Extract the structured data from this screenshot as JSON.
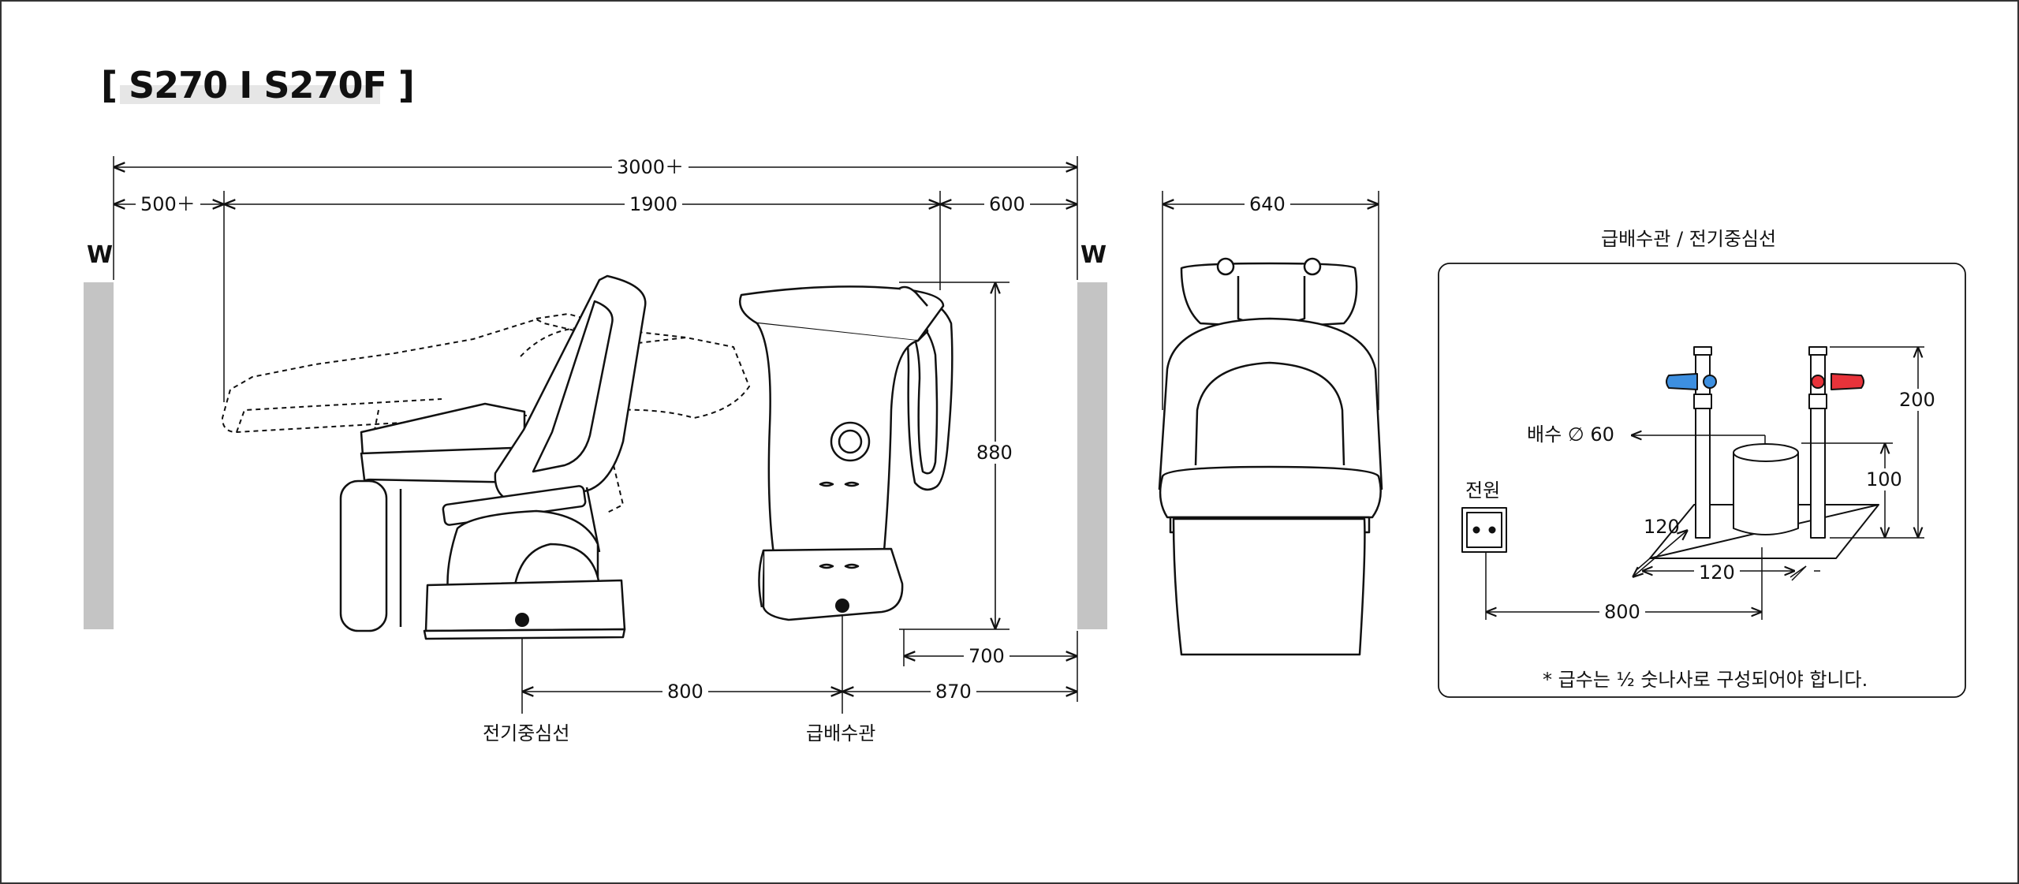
{
  "title": "[ S270 I S270F ]",
  "wall_label": "W",
  "dims": {
    "total_length": "3000＋",
    "rear_clearance": "500＋",
    "chair_length": "1900",
    "front_clearance": "600",
    "width": "640",
    "height": "880",
    "pipe_to_wall": "700",
    "elec_to_pipe": "800",
    "pipe_to_wall_front": "870"
  },
  "callouts": {
    "electric_center": "전기중심선",
    "water_pipe": "급배수관"
  },
  "detail": {
    "heading": "급배수관 / 전기중심선",
    "power_label": "전원",
    "drain_label": "배수 ∅ 60",
    "dim_200": "200",
    "dim_100": "100",
    "dim_120_diag": "120",
    "dim_120_horiz": "120",
    "dim_800": "800",
    "note": "* 급수는 ½ 숫나사로 구성되어야 합니다."
  },
  "colors": {
    "wall": "#c4c4c4",
    "hot_valve": "#e8333a",
    "cold_valve": "#3d8fe0",
    "line": "#111111"
  }
}
